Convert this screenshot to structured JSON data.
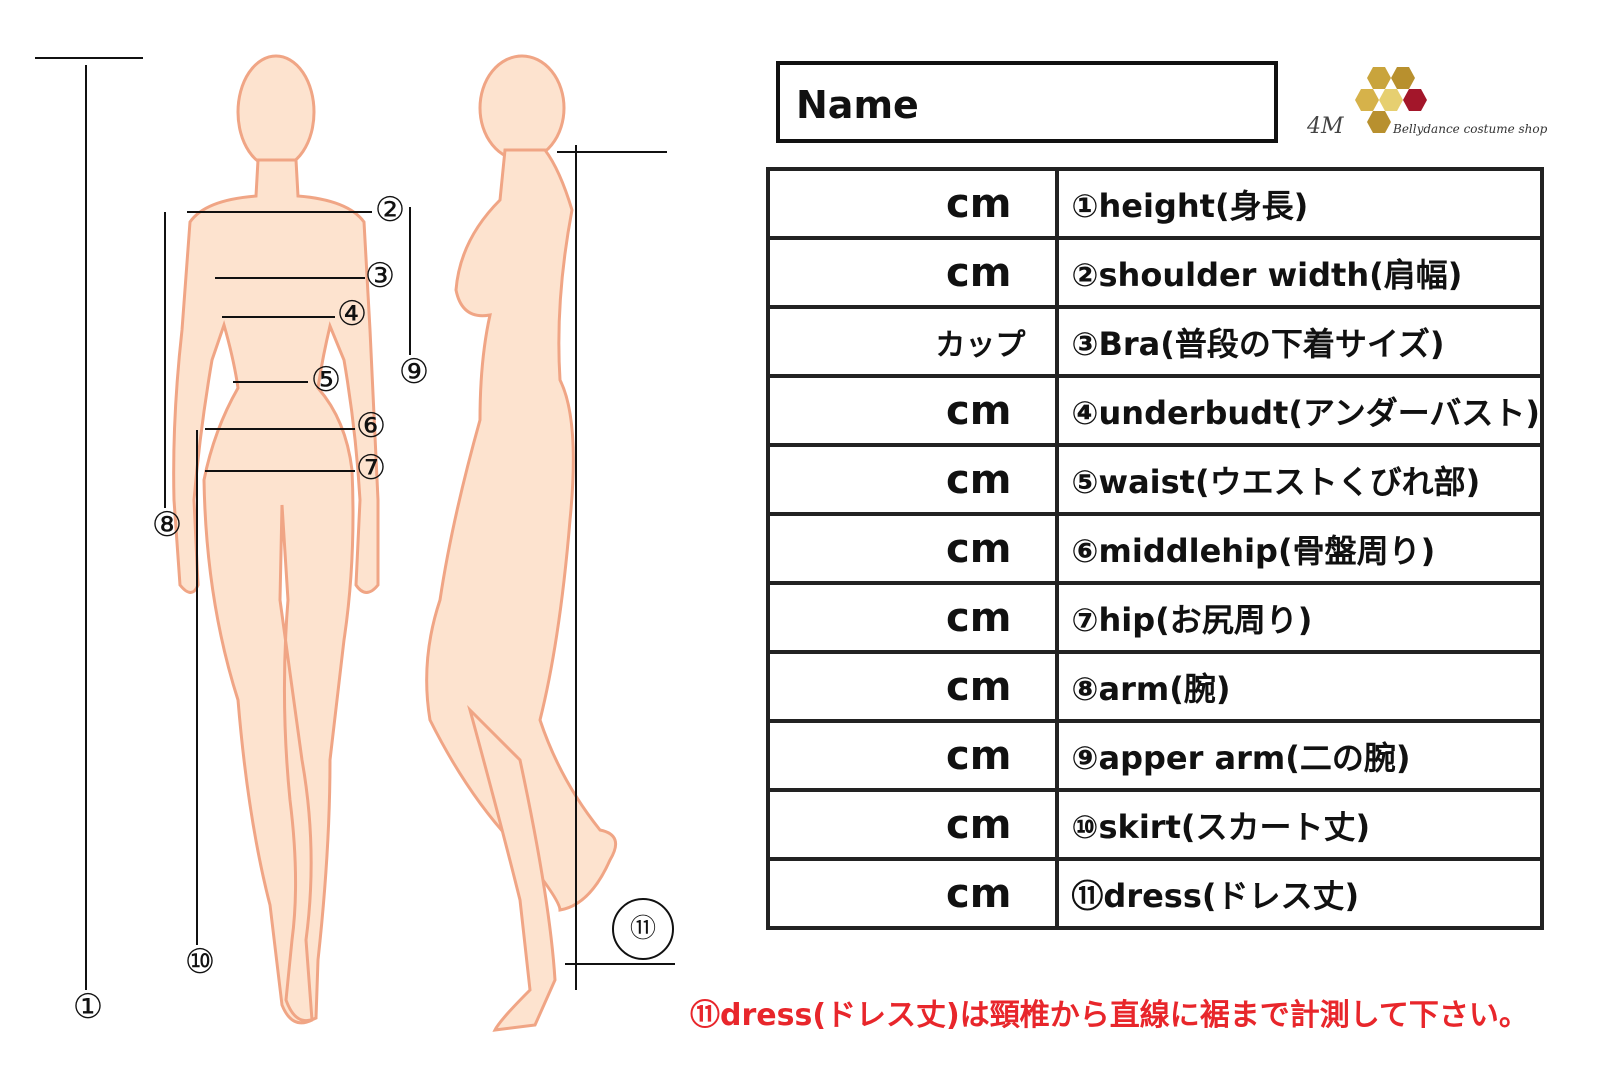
{
  "form": {
    "name_label": "Name",
    "logo": {
      "mark": "4M",
      "text": "Bellydance costume shop"
    },
    "rows": [
      {
        "unit": "cm",
        "label": "①height(身長)"
      },
      {
        "unit": "cm",
        "label": "②shoulder width(肩幅)"
      },
      {
        "unit": "カップ",
        "label": "③Bra(普段の下着サイズ)"
      },
      {
        "unit": "cm",
        "label": "④underbudt(アンダーバスト)"
      },
      {
        "unit": "cm",
        "label": "⑤waist(ウエストくびれ部)"
      },
      {
        "unit": "cm",
        "label": "⑥middlehip(骨盤周り)"
      },
      {
        "unit": "cm",
        "label": "⑦hip(お尻周り)"
      },
      {
        "unit": "cm",
        "label": "⑧arm(腕)"
      },
      {
        "unit": "cm",
        "label": "⑨apper arm(二の腕)"
      },
      {
        "unit": "cm",
        "label": "⑩skirt(スカート丈)"
      },
      {
        "unit": "cm",
        "label": "⑪dress(ドレス丈)"
      }
    ],
    "note": "⑪dress(ドレス丈)は頸椎から直線に裾まで計測して下さい。"
  },
  "figure": {
    "markers": [
      "①",
      "②",
      "③",
      "④",
      "⑤",
      "⑥",
      "⑦",
      "⑧",
      "⑨",
      "⑩",
      "⑪"
    ],
    "skin_color": "#fde3cf",
    "outline_color": "#f0a585"
  }
}
